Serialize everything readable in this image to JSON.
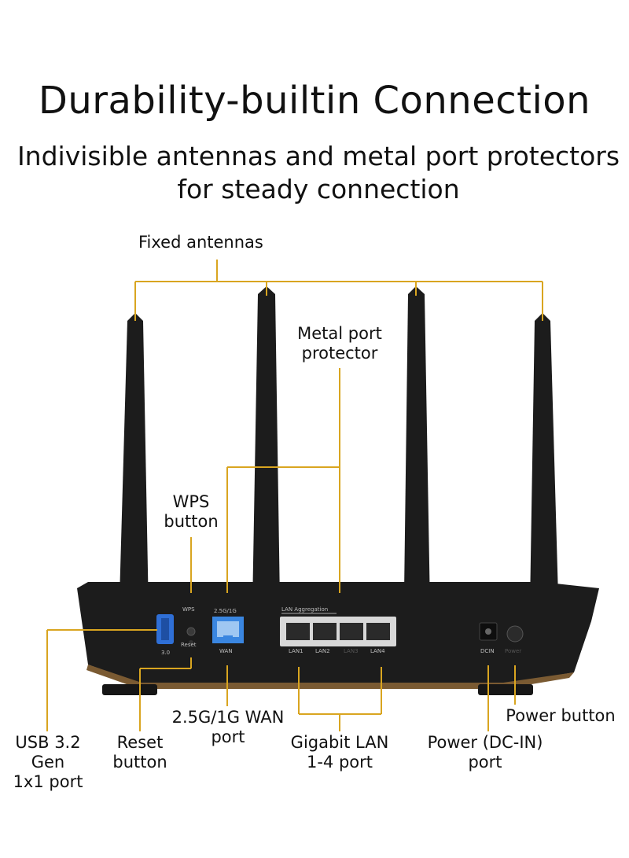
{
  "heading": {
    "title": "Durability-builtin Connection",
    "subtitle_line1": "Indivisible antennas and metal port protectors",
    "subtitle_line2": "for steady connection"
  },
  "callouts": {
    "fixed_antennas": "Fixed antennas",
    "metal_port_line1": "Metal port",
    "metal_port_line2": "protector",
    "wps_line1": "WPS",
    "wps_line2": "button",
    "usb_line1": "USB 3.2 Gen",
    "usb_line2": "1x1 port",
    "reset_line1": "Reset",
    "reset_line2": "button",
    "wan_line1": "2.5G/1G WAN",
    "wan_line2": "port",
    "lan_line1": "Gigabit LAN",
    "lan_line2": "1-4 port",
    "dcin_line1": "Power (DC-IN)",
    "dcin_line2": "port",
    "power_button": "Power button"
  },
  "device_labels": {
    "wps": "WPS",
    "reset": "Reset",
    "usb": "3.0",
    "wan_speed": "2.5G/1G",
    "wan": "WAN",
    "lan_aggregation": "LAN Aggregation",
    "lan1": "LAN1",
    "lan2": "LAN2",
    "lan3": "LAN3",
    "lan4": "LAN4",
    "dcin": "DCIN",
    "power": "Power"
  },
  "colors": {
    "callout_line": "#d9a520",
    "router_body": "#1c1c1c",
    "accent_stripe": "#7a5a32",
    "usb_port": "#2f6fd6",
    "wan_port": "#3a86e0",
    "lan_metal": "#d8d8d8"
  }
}
